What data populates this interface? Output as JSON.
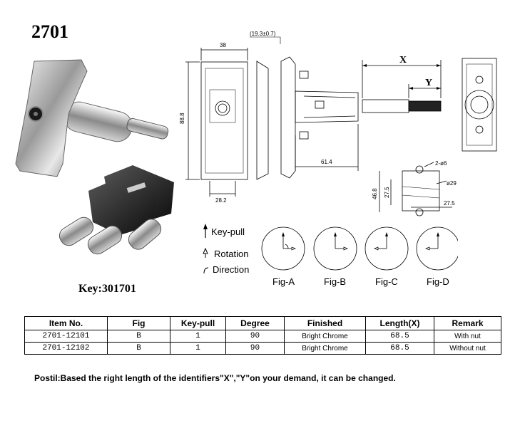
{
  "title": "2701",
  "key_label": "Key:301701",
  "drawing": {
    "dims": {
      "w38": "38",
      "w193": "(19.3±0.7)",
      "h888": "88.8",
      "w282": "28.2",
      "l614": "61.4",
      "x": "X",
      "y": "Y",
      "hole": "2-ø6",
      "d29": "ø29",
      "h468": "46.8",
      "h275": "27.5",
      "w275": "27.5"
    }
  },
  "legend": {
    "key_pull": "Key-pull",
    "rotation": "Rotation",
    "direction": "Direction"
  },
  "figs": [
    "Fig-A",
    "Fig-B",
    "Fig-C",
    "Fig-D"
  ],
  "table": {
    "headers": [
      "Item No.",
      "Fig",
      "Key-pull",
      "Degree",
      "Finished",
      "Length(X)",
      "Remark"
    ],
    "rows": [
      [
        "2701-12101",
        "B",
        "1",
        "90",
        "Bright Chrome",
        "68.5",
        "With nut"
      ],
      [
        "2701-12102",
        "B",
        "1",
        "90",
        "Bright Chrome",
        "68.5",
        "Without nut"
      ]
    ]
  },
  "postil": "Postil:Based the right length of the identifiers\"X\",\"Y\"on your demand, it can be changed."
}
